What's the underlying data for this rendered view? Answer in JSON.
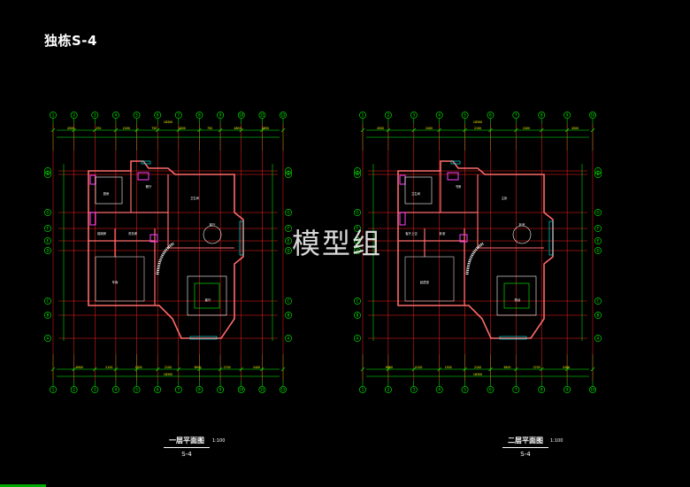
{
  "title": "独栋S-4",
  "watermark": "模型组",
  "colors": {
    "background": "#000000",
    "grid": "#ff2020",
    "dims": "#00ff00",
    "walls": "#ff6a6a",
    "furniture": "#ffffff",
    "fixtures": "#ff40ff",
    "cyan": "#00ffff",
    "text": "#ffff00"
  },
  "plans": [
    {
      "id": "first-floor",
      "label": "一层平面图",
      "scale": "1:100",
      "sheet": "S-4",
      "top_dims": [
        "4500",
        "750",
        "2400",
        "750",
        "1800",
        "750",
        "4800",
        "2850"
      ],
      "bottom_dims": [
        "6900",
        "2100",
        "1500",
        "2100",
        "3600",
        "2700",
        "2400"
      ],
      "overall_dim": "18300",
      "axes_top": [
        "1",
        "2",
        "3",
        "4",
        "5",
        "6",
        "7",
        "8",
        "9",
        "10",
        "11",
        "12"
      ],
      "axes_side": [
        "J",
        "H",
        "G",
        "F",
        "E",
        "D",
        "C",
        "B",
        "A"
      ],
      "rooms": [
        "厨房",
        "餐厅",
        "卫生间",
        "客厅",
        "车库",
        "保姆房",
        "洗衣房",
        "客厅"
      ]
    },
    {
      "id": "second-floor",
      "label": "二层平面图",
      "scale": "1:100",
      "sheet": "S-4",
      "top_dims": [
        "4500",
        "2400",
        "2100",
        "2400",
        "4500"
      ],
      "bottom_dims": [
        "6900",
        "2100",
        "1500",
        "2100",
        "3600",
        "2700",
        "2400"
      ],
      "overall_dim": "18300",
      "axes_top": [
        "1",
        "2",
        "3",
        "4",
        "5",
        "6",
        "7",
        "8",
        "9",
        "10"
      ],
      "axes_side": [
        "J",
        "H",
        "G",
        "F",
        "E",
        "D",
        "C",
        "B",
        "A"
      ],
      "rooms": [
        "卫生间",
        "书房",
        "主卧",
        "卧室",
        "起居室",
        "客厅上空",
        "卧室",
        "阳台"
      ]
    }
  ]
}
